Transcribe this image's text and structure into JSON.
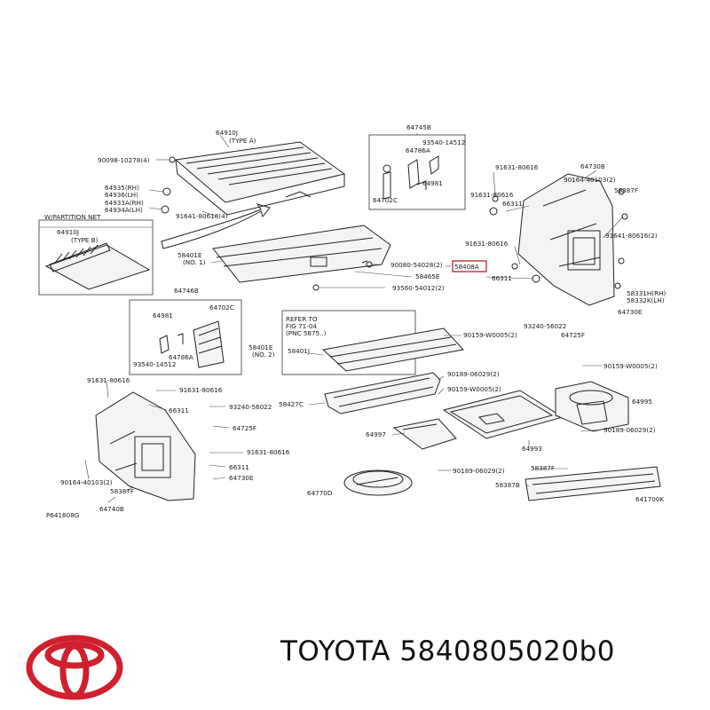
{
  "brand": "TOYOTA",
  "part_number": "5840805020b0",
  "brand_color": "#d0202e",
  "highlight_color": "#c0303a",
  "callouts": [
    {
      "id": "c1",
      "text": "64910J"
    },
    {
      "id": "c2",
      "text": "(TYPE A)"
    },
    {
      "id": "c3",
      "text": "90098-10278(4)"
    },
    {
      "id": "c4",
      "text": "64935(RH)"
    },
    {
      "id": "c5",
      "text": "64936(LH)"
    },
    {
      "id": "c6",
      "text": "64933A(RH)"
    },
    {
      "id": "c7",
      "text": "64934A(LH)"
    },
    {
      "id": "c8",
      "text": "W/PARTITION NET"
    },
    {
      "id": "c9",
      "text": "91641-80618(4)"
    },
    {
      "id": "c10",
      "text": "64910J"
    },
    {
      "id": "c11",
      "text": "(TYPE B)"
    },
    {
      "id": "c12",
      "text": "64745B"
    },
    {
      "id": "c13",
      "text": "93540-14512"
    },
    {
      "id": "c14",
      "text": "64786A"
    },
    {
      "id": "c15",
      "text": "64981"
    },
    {
      "id": "c16",
      "text": "64702C"
    },
    {
      "id": "c17",
      "text": "91631-80616"
    },
    {
      "id": "c18",
      "text": "64730B"
    },
    {
      "id": "c19",
      "text": "90164-40103(2)"
    },
    {
      "id": "c20",
      "text": "58387F"
    },
    {
      "id": "c21",
      "text": "91631-80616"
    },
    {
      "id": "c22",
      "text": "66311"
    },
    {
      "id": "c23",
      "text": "91641-80616(2)"
    },
    {
      "id": "c24",
      "text": "91631-80616"
    },
    {
      "id": "c25",
      "text": "58401E"
    },
    {
      "id": "c26",
      "text": "(NO. 1)"
    },
    {
      "id": "c27",
      "text": "90080-54028(2)"
    },
    {
      "id": "c28",
      "text": "58408A"
    },
    {
      "id": "c29",
      "text": "58465E"
    },
    {
      "id": "c30",
      "text": "66311"
    },
    {
      "id": "c31",
      "text": "93560-54012(2)"
    },
    {
      "id": "c32",
      "text": "58331H(RH)"
    },
    {
      "id": "c33",
      "text": "58332K(LH)"
    },
    {
      "id": "c34",
      "text": "64730E"
    },
    {
      "id": "c35",
      "text": "64746B"
    },
    {
      "id": "c36",
      "text": "64981"
    },
    {
      "id": "c37",
      "text": "64702C"
    },
    {
      "id": "c38",
      "text": "64786A"
    },
    {
      "id": "c39",
      "text": "93540-14512"
    },
    {
      "id": "c40",
      "text": "REFER TO"
    },
    {
      "id": "c41",
      "text": "FIG 71-04"
    },
    {
      "id": "c42",
      "text": "(PNC 5875..)"
    },
    {
      "id": "c43",
      "text": "58401E"
    },
    {
      "id": "c44",
      "text": "(NO. 2)"
    },
    {
      "id": "c45",
      "text": "58401J"
    },
    {
      "id": "c46",
      "text": "93240-56022"
    },
    {
      "id": "c47",
      "text": "64725F"
    },
    {
      "id": "c48",
      "text": "90159-W0005(2)"
    },
    {
      "id": "c49",
      "text": "90159-W0005(2)"
    },
    {
      "id": "c50",
      "text": "90189-06029(2)"
    },
    {
      "id": "c51",
      "text": "90159-W0005(2)"
    },
    {
      "id": "c52",
      "text": "64995"
    },
    {
      "id": "c53",
      "text": "58427C"
    },
    {
      "id": "c54",
      "text": "90189-06029(2)"
    },
    {
      "id": "c55",
      "text": "64997"
    },
    {
      "id": "c56",
      "text": "64993"
    },
    {
      "id": "c57",
      "text": "91631-80616"
    },
    {
      "id": "c58",
      "text": "91631-80616"
    },
    {
      "id": "c59",
      "text": "66311"
    },
    {
      "id": "c60",
      "text": "93240-56022"
    },
    {
      "id": "c61",
      "text": "64725F"
    },
    {
      "id": "c62",
      "text": "91631-80616"
    },
    {
      "id": "c63",
      "text": "66311"
    },
    {
      "id": "c64",
      "text": "64730E"
    },
    {
      "id": "c65",
      "text": "90164-40103(2)"
    },
    {
      "id": "c66",
      "text": "58387F"
    },
    {
      "id": "c67",
      "text": "64740B"
    },
    {
      "id": "c68",
      "text": "64770D"
    },
    {
      "id": "c69",
      "text": "90189-06029(2)"
    },
    {
      "id": "c70",
      "text": "58387F"
    },
    {
      "id": "c71",
      "text": "58387B"
    },
    {
      "id": "c72",
      "text": "P641808G"
    },
    {
      "id": "c73",
      "text": "641700K"
    }
  ]
}
